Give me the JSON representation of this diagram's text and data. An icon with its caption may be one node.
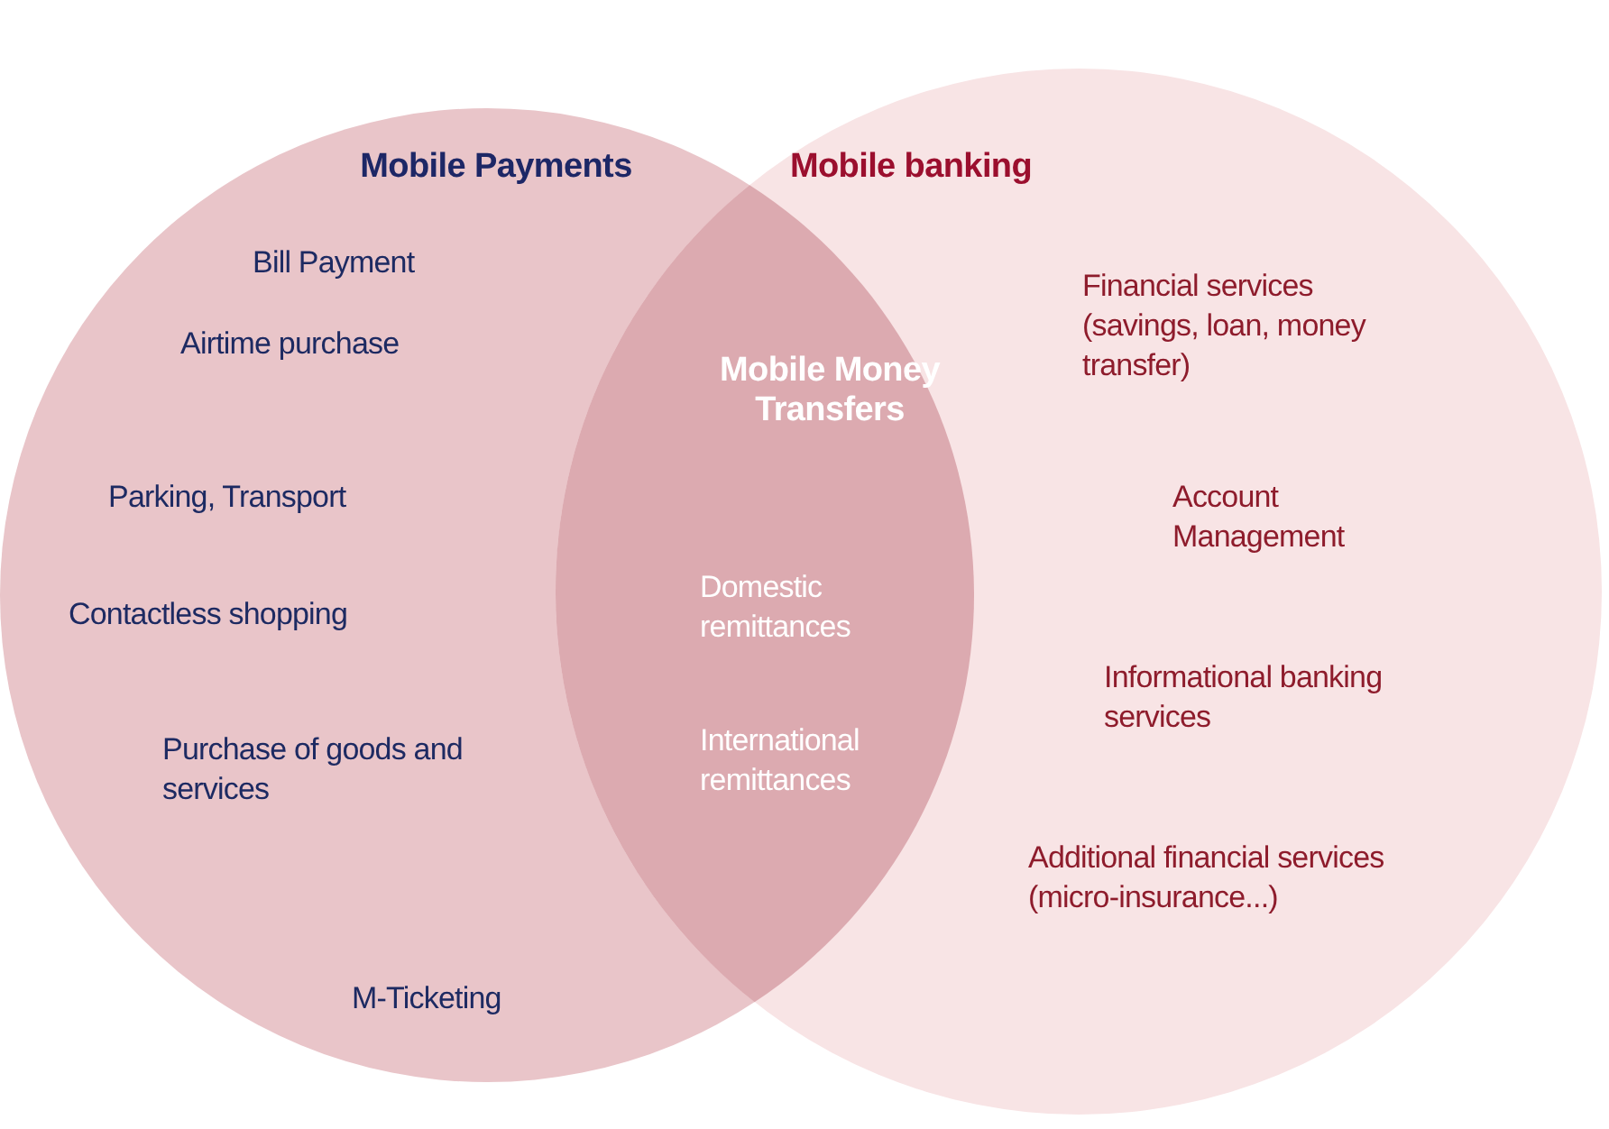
{
  "diagram": {
    "nodes": [
      {
        "text": [
          "Mobile Payments",
          "Bill Payment",
          "Airtime purchase",
          "Parking, Transport",
          "Contactless shopping",
          "Purchase of goods and services",
          "M-Ticketing"
        ]
      },
      {
        "text": [
          "Mobile banking",
          "Financial services (savings, loan, money transfer)",
          "Account Management",
          "Informational banking services",
          "Additional financial services (micro-insurance...)"
        ]
      },
      {
        "text": [
          "Mobile Money Transfers",
          "Domestic remittances",
          "International remittances"
        ]
      }
    ]
  }
}
